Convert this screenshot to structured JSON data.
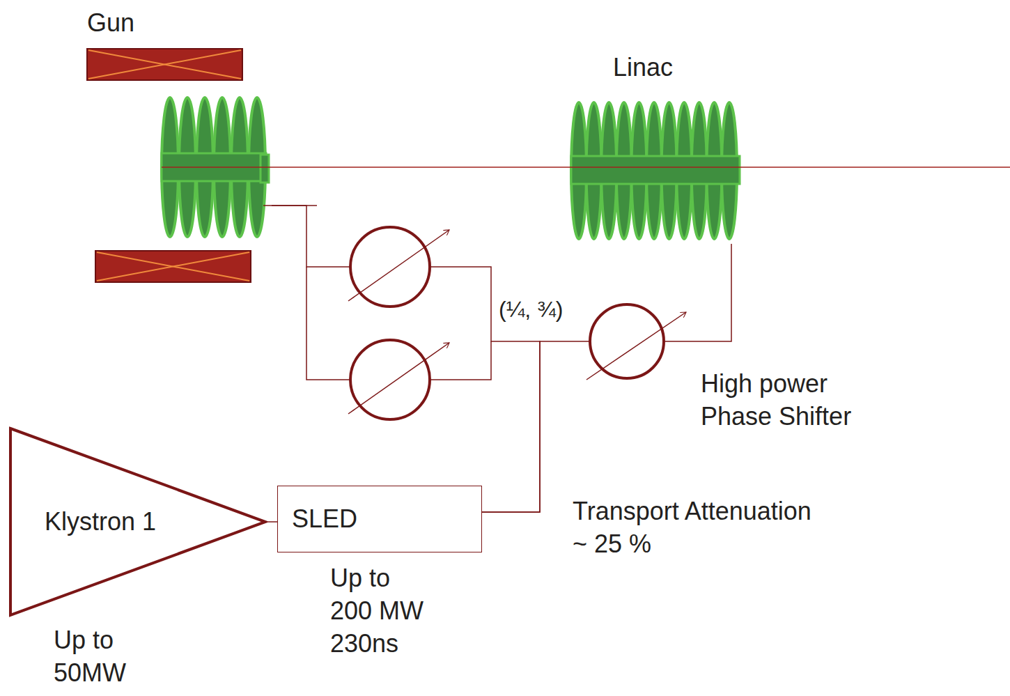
{
  "diagram": {
    "nodes": [
      {
        "text": [
          "Gun"
        ]
      },
      {
        "text": [
          "Linac"
        ]
      },
      {
        "text": [
          "Klystron 1"
        ]
      },
      {
        "text": [
          "SLED"
        ]
      }
    ],
    "edges": [
      {
        "from": 2,
        "to": 3,
        "arrow": "none"
      },
      {
        "from": 3,
        "to": 0,
        "arrow": "none"
      },
      {
        "from": 3,
        "to": 1,
        "arrow": "none"
      }
    ],
    "labels": [
      "Up to 50MW",
      "Up to 200 MW 230ns",
      "(¼, ¾)",
      "High power Phase Shifter",
      "Transport Attenuation ~ 25 %"
    ]
  }
}
